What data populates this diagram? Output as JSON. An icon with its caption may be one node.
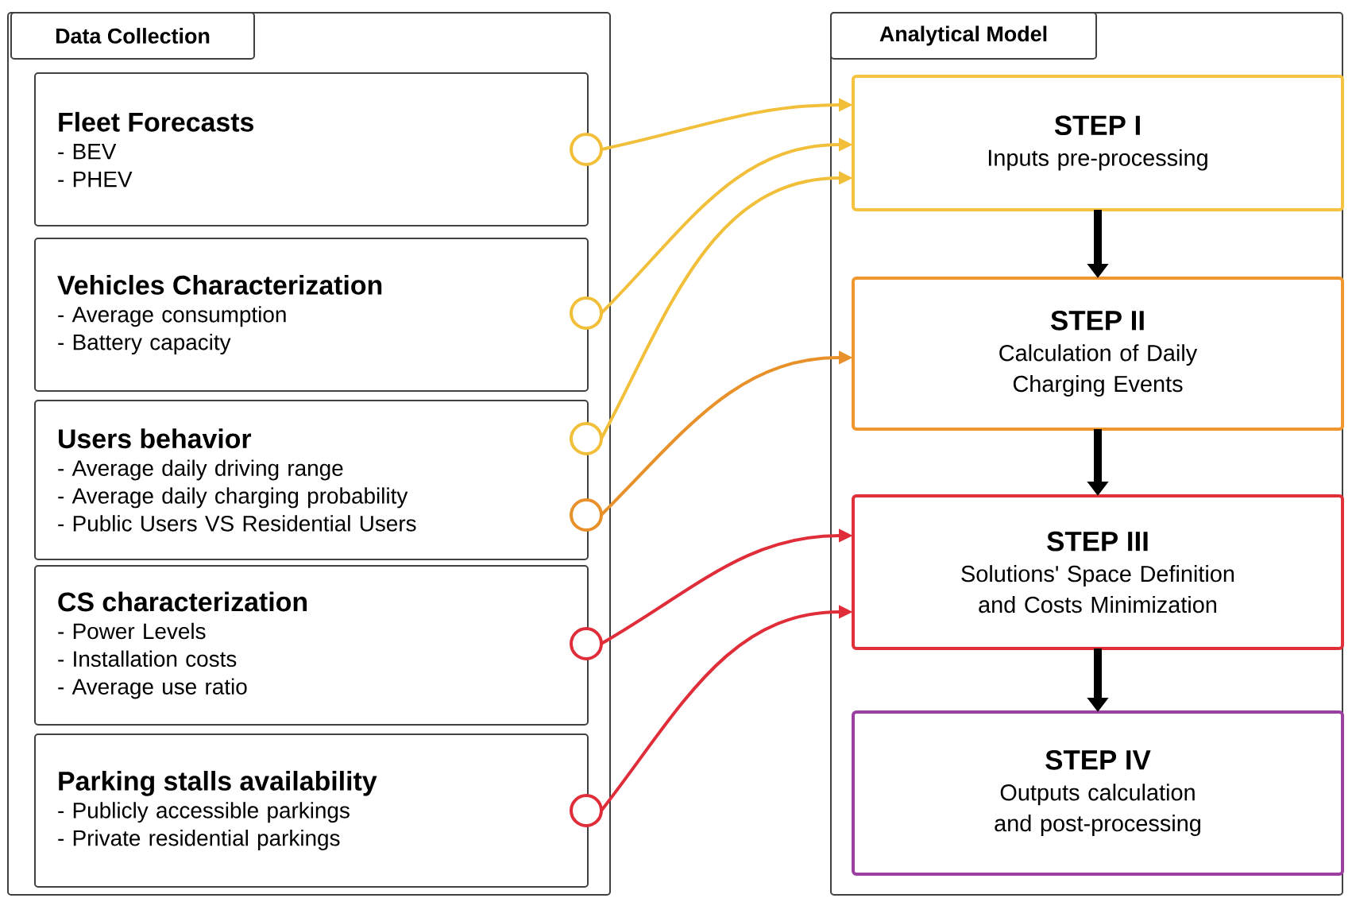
{
  "diagram": {
    "nodes": [
      {
        "text": [
          "Data Collection"
        ]
      },
      {
        "text": [
          "Fleet Forecasts",
          "- BEV",
          "- PHEV"
        ],
        "in": 0
      },
      {
        "text": [
          "Vehicles Characterization",
          "- Average consumption",
          "- Battery capacity"
        ],
        "in": 0
      },
      {
        "text": [
          "Users behavior",
          "- Average daily driving range",
          "- Average daily charging  probability",
          "- Public Users VS Residential Users"
        ],
        "in": 0
      },
      {
        "text": [
          "CS characterization",
          "- Power Levels",
          "- Installation costs",
          "- Average use ratio"
        ],
        "in": 0
      },
      {
        "text": [
          "Parking stalls availability",
          "- Publicly accessible parkings",
          "- Private residential parkings"
        ],
        "in": 0
      },
      {
        "text": [
          "Analytical Model"
        ]
      },
      {
        "text": [
          "STEP I",
          "Inputs pre-processing"
        ],
        "in": 6
      },
      {
        "text": [
          "STEP II",
          "Calculation of Daily Charging Events"
        ],
        "in": 6
      },
      {
        "text": [
          "STEP III",
          "Solutions' Space Definition and Costs Minimization"
        ],
        "in": 6
      },
      {
        "text": [
          "STEP IV",
          "Outputs calculation and post-processing"
        ],
        "in": 6
      },
      {
        "text": [],
        "shape": "circle",
        "in": 0
      },
      {
        "text": [],
        "shape": "circle",
        "in": 0
      },
      {
        "text": [],
        "shape": "circle",
        "in": 0
      },
      {
        "text": [],
        "shape": "circle",
        "in": 0
      },
      {
        "text": [],
        "shape": "circle",
        "in": 0
      },
      {
        "text": [],
        "shape": "circle",
        "in": 0
      }
    ],
    "edges": [
      {
        "from": 11,
        "to": 7,
        "arrow": "to",
        "color": "#f2bf3a"
      },
      {
        "from": 12,
        "to": 7,
        "arrow": "to",
        "color": "#f2bf3a"
      },
      {
        "from": 13,
        "to": 7,
        "arrow": "to",
        "color": "#f2bf3a"
      },
      {
        "from": 14,
        "to": 8,
        "arrow": "to",
        "color": "#e8912b"
      },
      {
        "from": 15,
        "to": 9,
        "arrow": "to",
        "color": "#e02d3a"
      },
      {
        "from": 16,
        "to": 9,
        "arrow": "to",
        "color": "#e02d3a"
      },
      {
        "from": 7,
        "to": 8,
        "arrow": "to",
        "style": "thick",
        "color": "#000000"
      },
      {
        "from": 8,
        "to": 9,
        "arrow": "to",
        "style": "thick",
        "color": "#000000"
      },
      {
        "from": 9,
        "to": 10,
        "arrow": "to",
        "style": "thick",
        "color": "#000000"
      }
    ]
  }
}
